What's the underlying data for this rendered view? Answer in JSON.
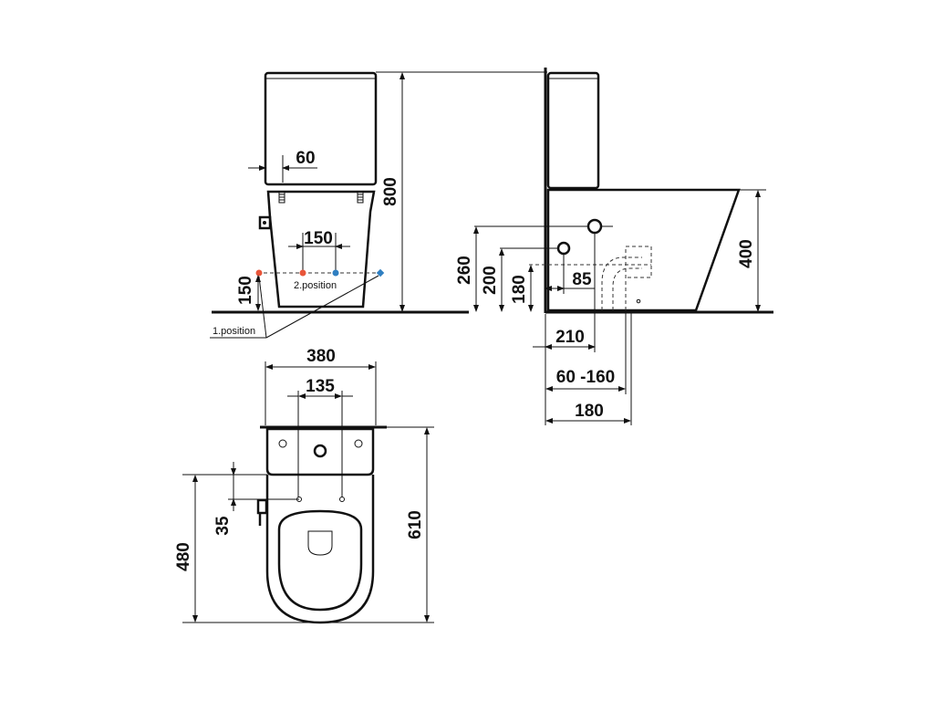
{
  "front_view": {
    "dim_800": "800",
    "dim_60": "60",
    "dim_150_horizontal": "150",
    "dim_150_vertical": "150",
    "label_position_1": "1.position",
    "label_position_2": "2.position",
    "marker_colors": {
      "red": "#e8553a",
      "blue": "#2f7fc1"
    }
  },
  "side_view": {
    "dim_400": "400",
    "dim_260": "260",
    "dim_200": "200",
    "dim_180_vertical": "180",
    "dim_85": "85",
    "dim_210": "210",
    "dim_60_160": "60 -160",
    "dim_180_horizontal": "180"
  },
  "top_view": {
    "dim_380": "380",
    "dim_135": "135",
    "dim_610": "610",
    "dim_480": "480",
    "dim_35": "35"
  }
}
